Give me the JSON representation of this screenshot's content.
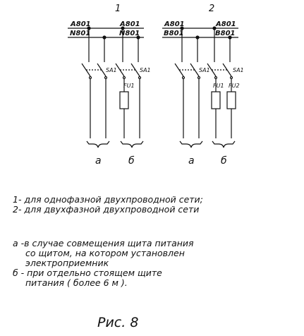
{
  "diagram1": {
    "number": "1",
    "bus_top_left": "A801",
    "bus_bottom_left": "N801",
    "bus_top_right": "A801",
    "bus_bottom_right": "N801",
    "switch_a": "SA1",
    "switch_b": "SA1",
    "fuse_1": "FU1",
    "variant_a": "а",
    "variant_b": "б"
  },
  "diagram2": {
    "number": "2",
    "bus_top_left": "A801",
    "bus_bottom_left": "B801",
    "bus_top_right": "A801",
    "bus_bottom_right": "B801",
    "switch_a": "SA1",
    "switch_b": "SA1",
    "fuse_1": "FU1",
    "fuse_2": "FU2",
    "variant_a": "а",
    "variant_b": "б"
  },
  "legend_numbers": [
    "1- для однофазной  двухпроводной сети;",
    "2- для двухфазной  двухпроводной сети"
  ],
  "legend_variants": {
    "a_line1": "а -в случае  совмещения  щита  питания",
    "a_line2": "со  щитом, на  котором  установлен",
    "a_line3": "электроприемник",
    "b_line1": "б - при  отдельно  стоящем  щите",
    "b_line2": "питания ( более  6 м )."
  },
  "caption": "Рис. 8"
}
